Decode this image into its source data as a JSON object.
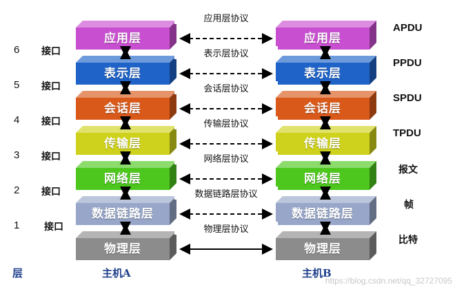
{
  "layers": [
    {
      "name": "应用层",
      "protocol": "应用层协议",
      "pdu": "APDU",
      "color": "#c94fd1"
    },
    {
      "name": "表示层",
      "protocol": "表示层协议",
      "pdu": "PPDU",
      "color": "#1f63c8"
    },
    {
      "name": "会话层",
      "protocol": "会话层协议",
      "pdu": "SPDU",
      "color": "#d9591a"
    },
    {
      "name": "传输层",
      "protocol": "传输层协议",
      "pdu": "TPDU",
      "color": "#cfd21c"
    },
    {
      "name": "网络层",
      "protocol": "网络层协议",
      "pdu": "报文",
      "color": "#4dc71e"
    },
    {
      "name": "数据链路层",
      "protocol": "数据链路层协议",
      "pdu": "帧",
      "color": "#97a6c9"
    },
    {
      "name": "物理层",
      "protocol": "物理层协议",
      "pdu": "比特",
      "color": "#8c8c8c"
    }
  ],
  "interfaces": [
    {
      "num": "6",
      "label": "接口"
    },
    {
      "num": "5",
      "label": "接口"
    },
    {
      "num": "4",
      "label": "接口"
    },
    {
      "num": "3",
      "label": "接口"
    },
    {
      "num": "2",
      "label": "接口"
    },
    {
      "num": "1",
      "label": "接口"
    }
  ],
  "footer": {
    "layer": "层",
    "host_a": "主机A",
    "host_b": "主机B"
  },
  "watermark": "https://blog.csdn.net/qq_32727095"
}
